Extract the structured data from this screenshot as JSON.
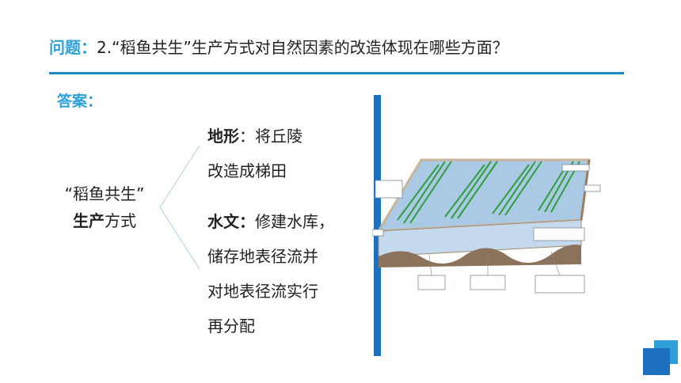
{
  "question": {
    "label": "问题：",
    "text": "2.“稻鱼共生”生产方式对自然因素的改造体现在哪些方面？"
  },
  "answer_label": "答案：",
  "concept": {
    "line1": "“稻鱼共生”",
    "line2_bold": "生产",
    "line2_rest": "方式"
  },
  "terrain": {
    "label": "地形",
    "sep": "：",
    "line1": "将丘陵",
    "line2": "改造成梯田"
  },
  "water": {
    "label": "水文：",
    "line1": "修建水库，",
    "line2": "储存地表径流并",
    "line3": "对地表径流实行",
    "line4": "再分配"
  },
  "colors": {
    "accent": "#2e9fd8",
    "rule": "#1e88c7",
    "bar": "#1e6fbf"
  }
}
